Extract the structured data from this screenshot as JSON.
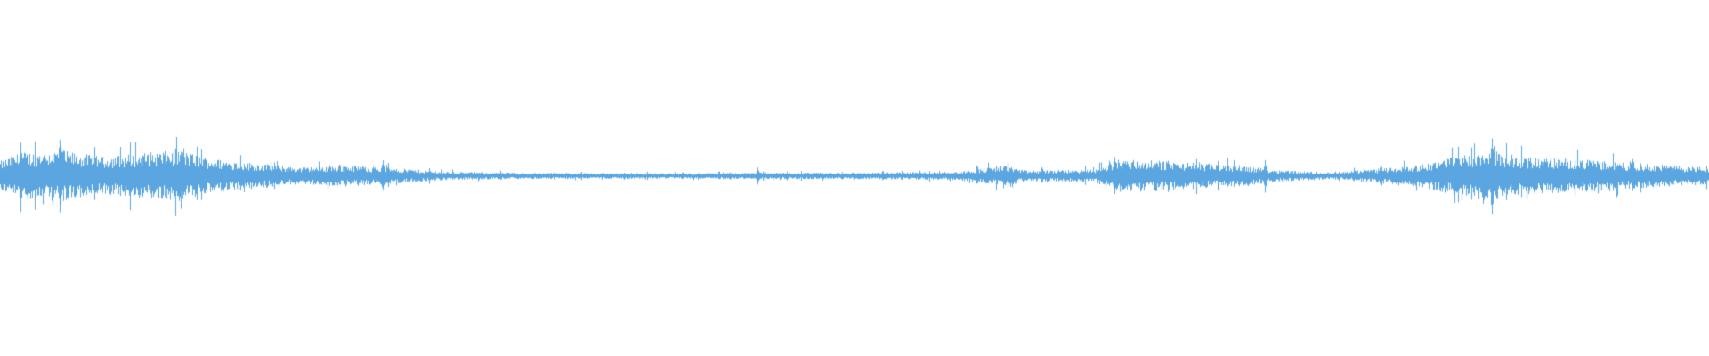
{
  "waveform": {
    "color": "#5ba6e0",
    "background": "#ffffff",
    "envelope": [
      {
        "t": 0.0,
        "amp": 0.07
      },
      {
        "t": 0.012,
        "amp": 0.11
      },
      {
        "t": 0.035,
        "amp": 0.12
      },
      {
        "t": 0.06,
        "amp": 0.09
      },
      {
        "t": 0.085,
        "amp": 0.11
      },
      {
        "t": 0.105,
        "amp": 0.12
      },
      {
        "t": 0.125,
        "amp": 0.08
      },
      {
        "t": 0.15,
        "amp": 0.06
      },
      {
        "t": 0.175,
        "amp": 0.04
      },
      {
        "t": 0.205,
        "amp": 0.05
      },
      {
        "t": 0.225,
        "amp": 0.04
      },
      {
        "t": 0.26,
        "amp": 0.02
      },
      {
        "t": 0.3,
        "amp": 0.015
      },
      {
        "t": 0.4,
        "amp": 0.012
      },
      {
        "t": 0.445,
        "amp": 0.015
      },
      {
        "t": 0.5,
        "amp": 0.015
      },
      {
        "t": 0.56,
        "amp": 0.02
      },
      {
        "t": 0.588,
        "amp": 0.05
      },
      {
        "t": 0.6,
        "amp": 0.025
      },
      {
        "t": 0.64,
        "amp": 0.03
      },
      {
        "t": 0.655,
        "amp": 0.08
      },
      {
        "t": 0.68,
        "amp": 0.07
      },
      {
        "t": 0.7,
        "amp": 0.06
      },
      {
        "t": 0.725,
        "amp": 0.05
      },
      {
        "t": 0.745,
        "amp": 0.03
      },
      {
        "t": 0.78,
        "amp": 0.015
      },
      {
        "t": 0.8,
        "amp": 0.03
      },
      {
        "t": 0.83,
        "amp": 0.05
      },
      {
        "t": 0.85,
        "amp": 0.09
      },
      {
        "t": 0.872,
        "amp": 0.12
      },
      {
        "t": 0.89,
        "amp": 0.09
      },
      {
        "t": 0.92,
        "amp": 0.08
      },
      {
        "t": 0.955,
        "amp": 0.06
      },
      {
        "t": 1.0,
        "amp": 0.04
      }
    ],
    "spikes": [
      {
        "t": 0.012,
        "amp": 0.2
      },
      {
        "t": 0.035,
        "amp": 0.26
      },
      {
        "t": 0.224,
        "amp": 0.09
      },
      {
        "t": 0.443,
        "amp": 0.05
      },
      {
        "t": 0.588,
        "amp": 0.07
      },
      {
        "t": 0.652,
        "amp": 0.12
      },
      {
        "t": 0.74,
        "amp": 0.09
      },
      {
        "t": 0.808,
        "amp": 0.07
      },
      {
        "t": 0.853,
        "amp": 0.17
      },
      {
        "t": 0.873,
        "amp": 0.26
      },
      {
        "t": 0.955,
        "amp": 0.12
      }
    ]
  }
}
